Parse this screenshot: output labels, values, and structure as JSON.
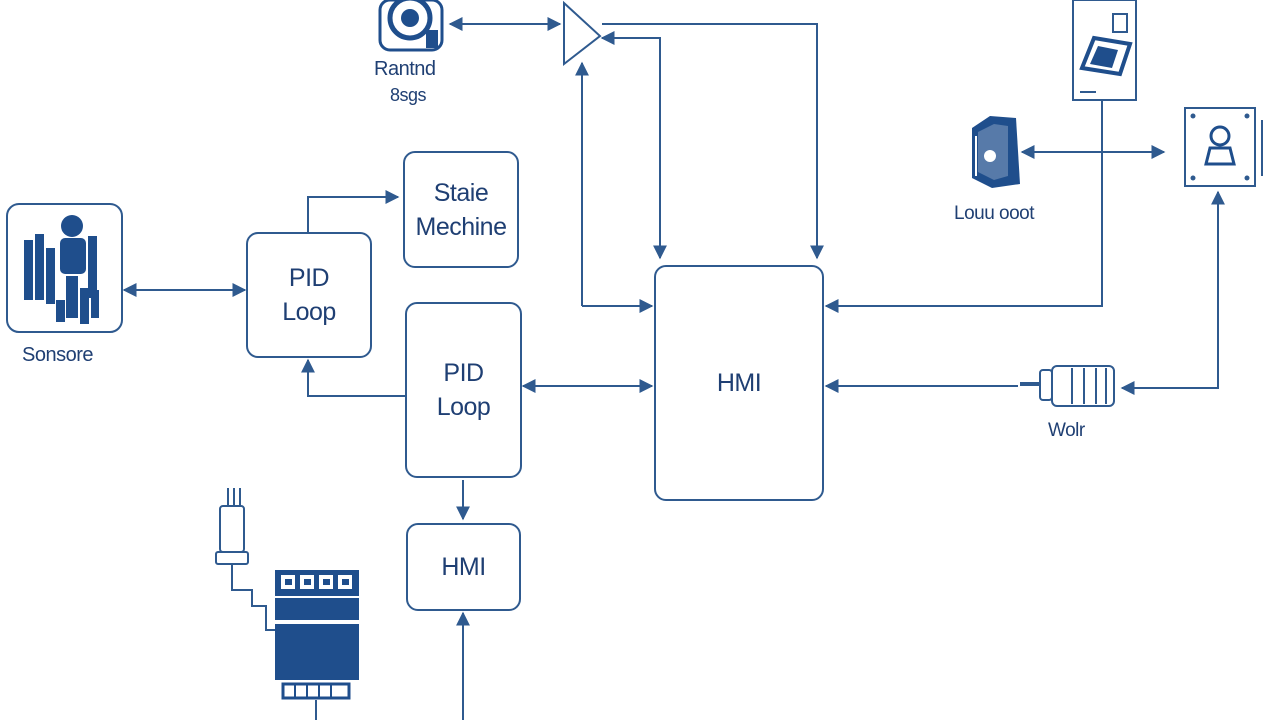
{
  "nodes": {
    "state_machine": {
      "line1": "Staie",
      "line2": "Mechine"
    },
    "pid_loop_left": {
      "line1": "PID",
      "line2": "Loop"
    },
    "pid_loop_center": {
      "line1": "PID",
      "line2": "Loop"
    },
    "hmi_main": {
      "label": "HMI"
    },
    "hmi_bottom": {
      "label": "HMI"
    }
  },
  "icons": {
    "sensors": {
      "label": "Sonsore",
      "icon": "sensor-array-icon"
    },
    "camera": {
      "line1": "Rantnd",
      "line2": "8sgs",
      "icon": "camera-icon"
    },
    "amplifier": {
      "icon": "amplifier-triangle-icon"
    },
    "panel_top": {
      "icon": "control-panel-icon"
    },
    "load": {
      "label": "Louu ooot",
      "icon": "load-device-icon"
    },
    "panel_right": {
      "icon": "io-module-icon"
    },
    "motor": {
      "label": "Wolr",
      "icon": "motor-icon"
    },
    "plc": {
      "icon": "plc-module-icon"
    }
  },
  "colors": {
    "stroke": "#2f5a8f",
    "icon_fill": "#1f4e8c",
    "text": "#1f3f73"
  }
}
